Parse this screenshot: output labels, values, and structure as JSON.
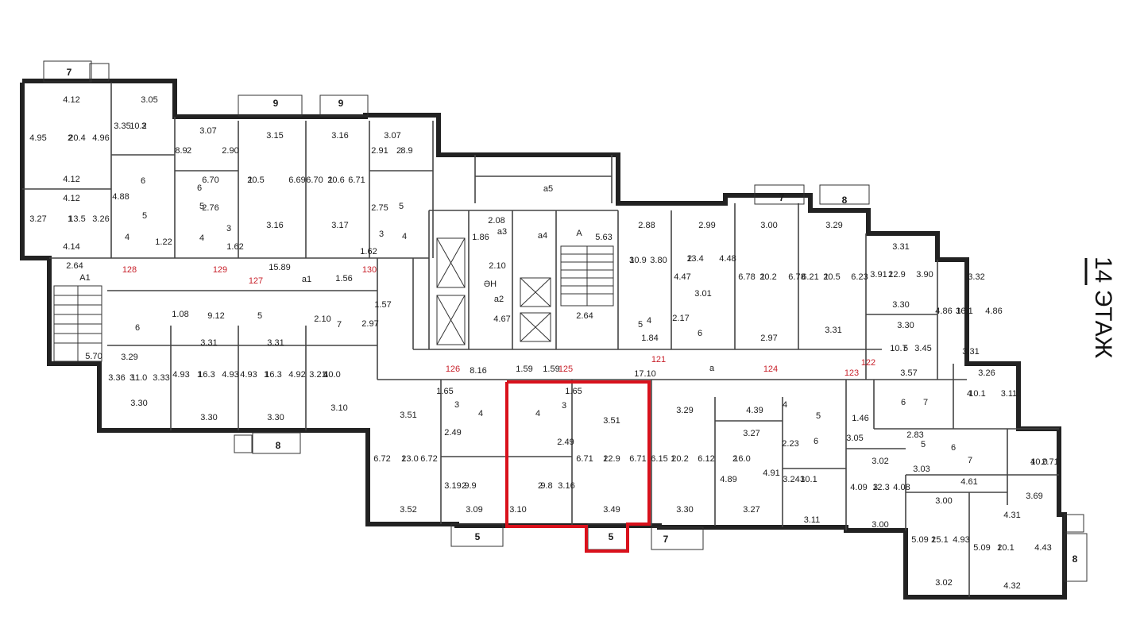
{
  "floor_label": "14 ЭТАЖ",
  "colors": {
    "highlight": "#d9111c",
    "room_number": "#c8202a",
    "wall": "#222222",
    "text": "#1a1a1a"
  },
  "dimensions": [
    [
      "4.12",
      90,
      126
    ],
    [
      "3.05",
      188,
      126
    ],
    [
      "3.35",
      154,
      159
    ],
    [
      "10.2",
      174,
      159
    ],
    [
      "3",
      181,
      159
    ],
    [
      "4.95",
      48,
      174
    ],
    [
      "4.96",
      127,
      174
    ],
    [
      "20.4",
      97,
      174
    ],
    [
      "2",
      88,
      174
    ],
    [
      "4.12",
      90,
      226
    ],
    [
      "3.07",
      262,
      165
    ],
    [
      "2.90",
      290,
      190
    ],
    [
      "8.9",
      228,
      190
    ],
    [
      "2",
      238,
      190
    ],
    [
      "3.15",
      346,
      171
    ],
    [
      "6.70",
      265,
      227
    ],
    [
      "20.5",
      322,
      227
    ],
    [
      "1",
      315,
      227
    ],
    [
      "6.69",
      374,
      227
    ],
    [
      "3.16",
      346,
      284
    ],
    [
      "3.16",
      428,
      171
    ],
    [
      "6.70",
      396,
      227
    ],
    [
      "20.6",
      423,
      227
    ],
    [
      "1",
      416,
      227
    ],
    [
      "6.71",
      449,
      227
    ],
    [
      "3.17",
      428,
      284
    ],
    [
      "3.07",
      494,
      171
    ],
    [
      "2.91",
      478,
      190
    ],
    [
      "8.9",
      512,
      190
    ],
    [
      "2",
      502,
      190
    ],
    [
      "4.12",
      90,
      250
    ],
    [
      "3.27",
      48,
      276
    ],
    [
      "13.5",
      97,
      276
    ],
    [
      "1",
      88,
      276
    ],
    [
      "3.26",
      127,
      276
    ],
    [
      "4.14",
      90,
      311
    ],
    [
      "4.88",
      152,
      248
    ],
    [
      "6",
      180,
      228
    ],
    [
      "5",
      182,
      272
    ],
    [
      "4",
      160,
      299
    ],
    [
      "1.22",
      206,
      305
    ],
    [
      "6",
      251,
      237
    ],
    [
      "2.76",
      265,
      262
    ],
    [
      "5",
      254,
      260
    ],
    [
      "3",
      288,
      288
    ],
    [
      "4",
      254,
      300
    ],
    [
      "1.62",
      296,
      311
    ],
    [
      "2.75",
      478,
      262
    ],
    [
      "5",
      505,
      260
    ],
    [
      "3",
      480,
      295
    ],
    [
      "4",
      509,
      298
    ],
    [
      "1.62",
      464,
      317
    ],
    [
      "2.64",
      94,
      335
    ],
    [
      "A1",
      107,
      350
    ],
    [
      "5.70",
      118,
      449
    ],
    [
      "6",
      173,
      413
    ],
    [
      "15.89",
      352,
      337
    ],
    [
      "a1",
      386,
      352
    ],
    [
      "1.56",
      433,
      351
    ],
    [
      "9.12",
      272,
      398
    ],
    [
      "5",
      327,
      398
    ],
    [
      "1.08",
      227,
      396
    ],
    [
      "2.10",
      406,
      402
    ],
    [
      "2.97",
      466,
      408
    ],
    [
      "1.57",
      482,
      384
    ],
    [
      "7",
      427,
      409
    ],
    [
      "3.29",
      163,
      450
    ],
    [
      "3.36",
      147,
      476
    ],
    [
      "11.0",
      175,
      476
    ],
    [
      "3",
      166,
      476
    ],
    [
      "3.33",
      203,
      476
    ],
    [
      "3.30",
      175,
      508
    ],
    [
      "3.31",
      263,
      432
    ],
    [
      "4.93",
      228,
      472
    ],
    [
      "16.3",
      260,
      472
    ],
    [
      "1",
      251,
      472
    ],
    [
      "4.93",
      290,
      472
    ],
    [
      "3.30",
      263,
      526
    ],
    [
      "3.31",
      347,
      432
    ],
    [
      "4.93",
      313,
      472
    ],
    [
      "16.3",
      344,
      472
    ],
    [
      "1",
      335,
      472
    ],
    [
      "4.92",
      374,
      472
    ],
    [
      "3.30",
      347,
      526
    ],
    [
      "3.21",
      400,
      472
    ],
    [
      "10.0",
      418,
      472
    ],
    [
      "4",
      410,
      472
    ],
    [
      "3.10",
      427,
      514
    ],
    [
      "2.08",
      625,
      278
    ],
    [
      "1.86",
      605,
      299
    ],
    [
      "a3",
      632,
      292
    ],
    [
      "a4",
      683,
      297
    ],
    [
      "2.10",
      626,
      335
    ],
    [
      "ƏH",
      617,
      358
    ],
    [
      "a2",
      628,
      377
    ],
    [
      "4.67",
      632,
      402
    ],
    [
      "A",
      729,
      294
    ],
    [
      "5.63",
      760,
      299
    ],
    [
      "2.64",
      736,
      398
    ],
    [
      "a5",
      690,
      238
    ],
    [
      "2.88",
      814,
      284
    ],
    [
      "3.80",
      829,
      328
    ],
    [
      "10.9",
      803,
      328
    ],
    [
      "3",
      795,
      328
    ],
    [
      "4",
      817,
      404
    ],
    [
      "5",
      806,
      409
    ],
    [
      "1.84",
      818,
      426
    ],
    [
      "2.99",
      890,
      284
    ],
    [
      "4.48",
      916,
      326
    ],
    [
      "13.4",
      875,
      326
    ],
    [
      "2",
      868,
      326
    ],
    [
      "4.47",
      859,
      349
    ],
    [
      "3.01",
      885,
      370
    ],
    [
      "2.17",
      857,
      401
    ],
    [
      "6",
      881,
      420
    ],
    [
      "3.00",
      968,
      284
    ],
    [
      "6.78",
      940,
      349
    ],
    [
      "20.2",
      967,
      349
    ],
    [
      "1",
      960,
      349
    ],
    [
      "6.78",
      1003,
      349
    ],
    [
      "2.97",
      968,
      426
    ],
    [
      "3.29",
      1050,
      284
    ],
    [
      "6.21",
      1020,
      349
    ],
    [
      "20.5",
      1047,
      349
    ],
    [
      "1",
      1040,
      349
    ],
    [
      "6.23",
      1082,
      349
    ],
    [
      "3.31",
      1049,
      416
    ],
    [
      "3.31",
      1134,
      311
    ],
    [
      "3.91",
      1106,
      346
    ],
    [
      "12.9",
      1129,
      346
    ],
    [
      "2",
      1121,
      346
    ],
    [
      "3.90",
      1164,
      346
    ],
    [
      "3.30",
      1134,
      384
    ],
    [
      "3.30",
      1140,
      410
    ],
    [
      "10.7",
      1131,
      439
    ],
    [
      "5",
      1140,
      439
    ],
    [
      "3.45",
      1162,
      439
    ],
    [
      "3.32",
      1229,
      349
    ],
    [
      "4.86",
      1188,
      392
    ],
    [
      "16.1",
      1214,
      392
    ],
    [
      "3",
      1206,
      392
    ],
    [
      "4.86",
      1251,
      392
    ],
    [
      "3.31",
      1222,
      443
    ],
    [
      "126",
      570,
      465
    ],
    [
      "125",
      712,
      465
    ],
    [
      "124",
      970,
      465
    ],
    [
      "123",
      1072,
      470
    ],
    [
      "122",
      1093,
      457
    ],
    [
      "121",
      829,
      453
    ],
    [
      "128",
      163,
      340
    ],
    [
      "129",
      277,
      340
    ],
    [
      "127",
      322,
      354
    ],
    [
      "130",
      465,
      340
    ],
    [
      "8.16",
      602,
      467
    ],
    [
      "1.59",
      660,
      465
    ],
    [
      "1.59",
      694,
      465
    ],
    [
      "17.10",
      812,
      471
    ],
    [
      "a",
      896,
      464
    ],
    [
      "3.57",
      1144,
      470
    ],
    [
      "3.26",
      1242,
      470
    ],
    [
      "3.11",
      1270,
      496
    ],
    [
      "10.1",
      1230,
      496
    ],
    [
      "4",
      1220,
      496
    ],
    [
      "3.51",
      514,
      523
    ],
    [
      "6.72",
      481,
      578
    ],
    [
      "23.0",
      516,
      578
    ],
    [
      "1",
      508,
      578
    ],
    [
      "6.72",
      540,
      578
    ],
    [
      "3.52",
      514,
      642
    ],
    [
      "1.65",
      560,
      493
    ],
    [
      "3",
      575,
      510
    ],
    [
      "2.49",
      570,
      545
    ],
    [
      "4",
      605,
      521
    ],
    [
      "1.65",
      722,
      493
    ],
    [
      "3",
      710,
      511
    ],
    [
      "2.49",
      712,
      557
    ],
    [
      "4",
      677,
      521
    ],
    [
      "3.51",
      770,
      530
    ],
    [
      "6.71",
      736,
      578
    ],
    [
      "22.9",
      770,
      578
    ],
    [
      "1",
      762,
      578
    ],
    [
      "6.71",
      803,
      578
    ],
    [
      "3.49",
      770,
      642
    ],
    [
      "3.19",
      570,
      612
    ],
    [
      "9.9",
      592,
      612
    ],
    [
      "2",
      584,
      612
    ],
    [
      "3.09",
      597,
      642
    ],
    [
      "3.16",
      713,
      612
    ],
    [
      "9.8",
      688,
      612
    ],
    [
      "2",
      680,
      612
    ],
    [
      "3.10",
      652,
      642
    ],
    [
      "3.29",
      862,
      517
    ],
    [
      "6.15",
      830,
      578
    ],
    [
      "20.2",
      856,
      578
    ],
    [
      "1",
      847,
      578
    ],
    [
      "6.12",
      889,
      578
    ],
    [
      "3.30",
      862,
      642
    ],
    [
      "4.39",
      950,
      517
    ],
    [
      "4",
      988,
      510
    ],
    [
      "3.27",
      946,
      546
    ],
    [
      "16.0",
      934,
      578
    ],
    [
      "2",
      925,
      578
    ],
    [
      "4.89",
      917,
      604
    ],
    [
      "4.91",
      971,
      596
    ],
    [
      "3.27",
      946,
      642
    ],
    [
      "2.23",
      995,
      559
    ],
    [
      "5",
      1030,
      524
    ],
    [
      "6",
      1027,
      556
    ],
    [
      "1.46",
      1083,
      527
    ],
    [
      "3.05",
      1076,
      552
    ],
    [
      "3.24",
      996,
      604
    ],
    [
      "10.1",
      1018,
      604
    ],
    [
      "3",
      1010,
      604
    ],
    [
      "3.11",
      1022,
      655
    ],
    [
      "3.02",
      1108,
      581
    ],
    [
      "4.09",
      1081,
      614
    ],
    [
      "12.3",
      1109,
      614
    ],
    [
      "3",
      1102,
      614
    ],
    [
      "4.08",
      1135,
      614
    ],
    [
      "3.00",
      1108,
      661
    ],
    [
      "6",
      1137,
      507
    ],
    [
      "7",
      1165,
      507
    ],
    [
      "2.83",
      1152,
      548
    ],
    [
      "5",
      1162,
      560
    ],
    [
      "6",
      1200,
      564
    ],
    [
      "7",
      1221,
      580
    ],
    [
      "3.03",
      1160,
      591
    ],
    [
      "4.61",
      1220,
      607
    ],
    [
      "10.0",
      1308,
      582
    ],
    [
      "4",
      1300,
      582
    ],
    [
      "2.71",
      1322,
      582
    ],
    [
      "3.69",
      1302,
      625
    ],
    [
      "3.00",
      1188,
      631
    ],
    [
      "5.09",
      1158,
      680
    ],
    [
      "15.1",
      1183,
      680
    ],
    [
      "2",
      1175,
      680
    ],
    [
      "4.93",
      1210,
      680
    ],
    [
      "3.02",
      1188,
      734
    ],
    [
      "4.31",
      1274,
      649
    ],
    [
      "5.09",
      1236,
      690
    ],
    [
      "20.1",
      1266,
      690
    ],
    [
      "1",
      1258,
      690
    ],
    [
      "4.43",
      1313,
      690
    ],
    [
      "4.32",
      1274,
      738
    ]
  ],
  "balcony_labels": [
    [
      "7",
      87,
      92
    ],
    [
      "9",
      347,
      131
    ],
    [
      "9",
      429,
      131
    ],
    [
      "7",
      984,
      250
    ],
    [
      "8",
      1063,
      253
    ],
    [
      "8",
      350,
      562
    ],
    [
      "5",
      601,
      677
    ],
    [
      "5",
      769,
      677
    ],
    [
      "7",
      838,
      680
    ],
    [
      "8",
      1353,
      705
    ]
  ]
}
